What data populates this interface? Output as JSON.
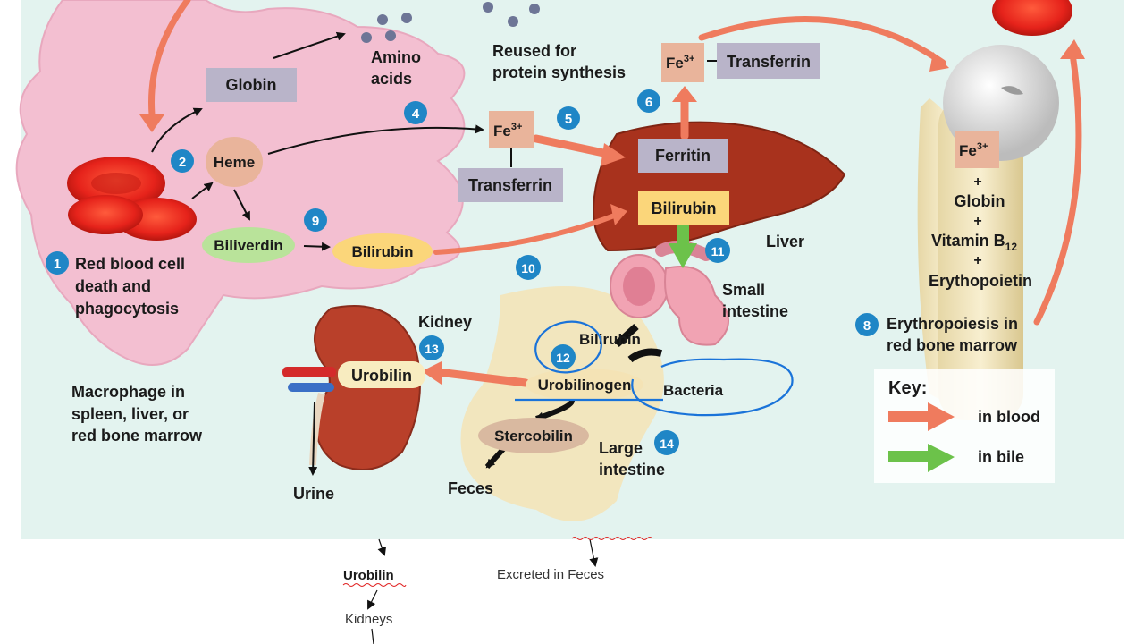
{
  "steps": {
    "s1": "1",
    "s2": "2",
    "s4": "4",
    "s5": "5",
    "s6": "6",
    "s8": "8",
    "s9": "9",
    "s10": "10",
    "s11": "11",
    "s12": "12",
    "s13": "13",
    "s14": "14"
  },
  "macrophage": {
    "globin": "Globin",
    "heme": "Heme",
    "biliverdin": "Biliverdin",
    "bilirubin": "Bilirubin",
    "rbc_line1": "Red blood cell",
    "rbc_line2": "death and",
    "rbc_line3": "phagocytosis",
    "amino_line1": "Amino",
    "amino_line2": "acids",
    "caption_line1": "Macrophage in",
    "caption_line2": "spleen, liver, or",
    "caption_line3": "red bone marrow"
  },
  "reuse": {
    "line1": "Reused for",
    "line2": "protein synthesis"
  },
  "iron": {
    "fe_base": "Fe",
    "fe_sup": "3+",
    "transferrin": "Transferrin",
    "ferritin": "Ferritin"
  },
  "liver": {
    "bilirubin": "Bilirubin",
    "label": "Liver"
  },
  "intestine": {
    "small_line1": "Small",
    "small_line2": "intestine",
    "bilirubin": "Bilirubin",
    "urobilinogen": "Urobilinogen",
    "bacteria": "Bacteria",
    "stercobilin": "Stercobilin",
    "large_line1": "Large",
    "large_line2": "intestine",
    "feces": "Feces"
  },
  "kidney": {
    "label": "Kidney",
    "urobilin": "Urobilin",
    "urine": "Urine"
  },
  "marrow": {
    "fe_base": "Fe",
    "fe_sup": "3+",
    "plus": "+",
    "globin": "Globin",
    "vitamin": "Vitamin B",
    "vitamin_sub": "12",
    "epo": "Erythopoietin",
    "erythro_line1": "Erythropoiesis in",
    "erythro_line2": "red bone marrow"
  },
  "key": {
    "title": "Key:",
    "blood": "in blood",
    "bile": "in bile"
  },
  "notes": {
    "urobilin": "Urobilin",
    "kidneys": "Kidneys",
    "excreted": "Excreted in Feces"
  },
  "colors": {
    "panel_bg": "#e3f3ef",
    "macrophage": "#f3bfd1",
    "arrow_blood": "#ef7b5e",
    "arrow_bile": "#6cc24a",
    "step_circle": "#1f86c6",
    "label_box": "#b9b4c9",
    "bilirubin_fill": "#fbd67a",
    "biliverdin_fill": "#b9e39a",
    "heme_fill": "#e9b49b",
    "liver": "#a8321d",
    "pen_blue": "#1a73d9"
  },
  "icons": {
    "rbc": "red-blood-cell-icon",
    "liver": "liver-icon",
    "kidney": "kidney-icon",
    "bone": "bone-icon",
    "intestine": "intestine-icon"
  }
}
